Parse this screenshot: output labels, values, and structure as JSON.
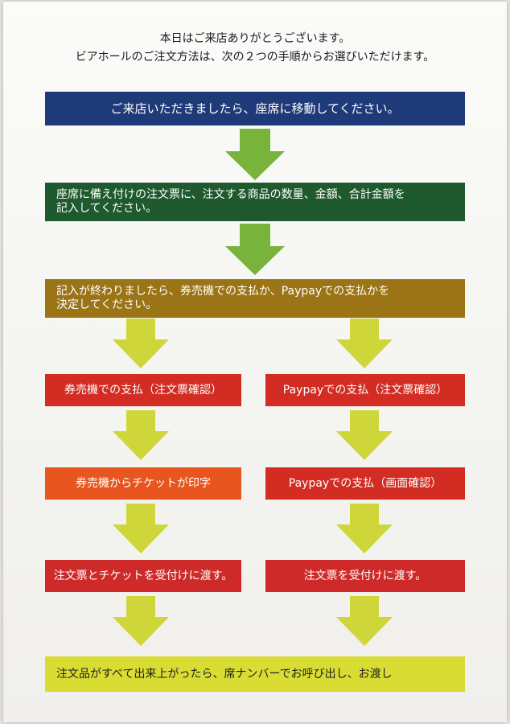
{
  "intro": {
    "line1": "本日はご来店ありがとうございます。",
    "line2": "ビアホールのご注文方法は、次の２つの手順からお選びいただけます。"
  },
  "steps": {
    "step1": "ご来店いただきましたら、座席に移動してください。",
    "step2_line1": "座席に備え付けの注文票に、注文する商品の数量、金額、合計金額を",
    "step2_line2": "記入してください。",
    "step3_line1": "記入が終わりましたら、券売機での支払か、Paypayでの支払かを",
    "step3_line2": "決定してください。",
    "left_a": "券売機での支払（注文票確認）",
    "right_a": "Paypayでの支払（注文票確認）",
    "left_b": "券売機からチケットが印字",
    "right_b": "Paypayでの支払（画面確認）",
    "left_c": "注文票とチケットを受付けに渡す。",
    "right_c": "注文票を受付けに渡す。",
    "final": "注文品がすべて出来上がったら、席ナンバーでお呼び出し、お渡し"
  },
  "colors": {
    "navy": "#1f3a78",
    "dark_green": "#1e5a2d",
    "olive": "#9b7416",
    "red": "#d32c23",
    "orange": "#e8551f",
    "crimson": "#cf2a2a",
    "yellow": "#d9dc33",
    "arrow_green": "#78b33c",
    "arrow_yellow": "#cfd63a"
  }
}
